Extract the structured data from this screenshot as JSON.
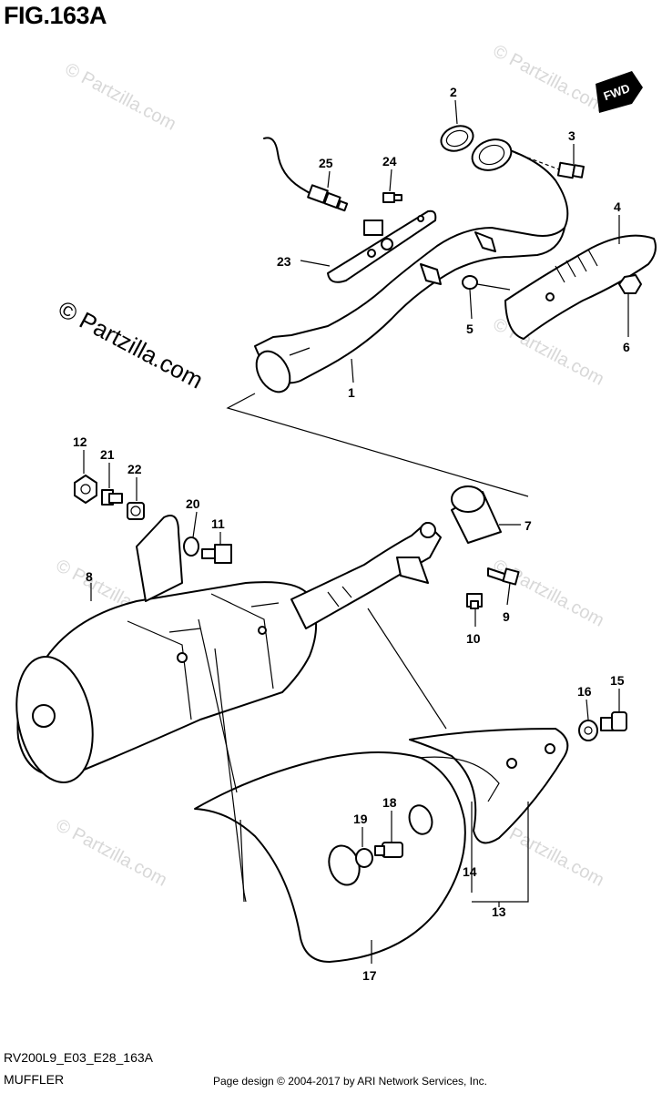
{
  "figure": {
    "title": "FIG.163A",
    "code": "RV200L9_E03_E28_163A",
    "name": "MUFFLER",
    "credit": "Page design © 2004-2017 by ARI Network Services, Inc."
  },
  "direction_badge": "FWD",
  "watermark": {
    "main": "© Partzilla.com",
    "faint": "© Partzilla.com"
  },
  "parts": [
    {
      "id": "p1",
      "number": "1"
    },
    {
      "id": "p2",
      "number": "2"
    },
    {
      "id": "p3",
      "number": "3"
    },
    {
      "id": "p4",
      "number": "4"
    },
    {
      "id": "p5",
      "number": "5"
    },
    {
      "id": "p6",
      "number": "6"
    },
    {
      "id": "p7",
      "number": "7"
    },
    {
      "id": "p8",
      "number": "8"
    },
    {
      "id": "p9",
      "number": "9"
    },
    {
      "id": "p10",
      "number": "10"
    },
    {
      "id": "p11",
      "number": "11"
    },
    {
      "id": "p12",
      "number": "12"
    },
    {
      "id": "p13",
      "number": "13"
    },
    {
      "id": "p14",
      "number": "14"
    },
    {
      "id": "p15",
      "number": "15"
    },
    {
      "id": "p16",
      "number": "16"
    },
    {
      "id": "p17",
      "number": "17"
    },
    {
      "id": "p18",
      "number": "18"
    },
    {
      "id": "p19",
      "number": "19"
    },
    {
      "id": "p20",
      "number": "20"
    },
    {
      "id": "p21",
      "number": "21"
    },
    {
      "id": "p22",
      "number": "22"
    },
    {
      "id": "p23",
      "number": "23"
    },
    {
      "id": "p24",
      "number": "24"
    },
    {
      "id": "p25",
      "number": "25"
    }
  ],
  "colors": {
    "line": "#000000",
    "watermark": "#d8d8d8",
    "background": "#ffffff"
  }
}
